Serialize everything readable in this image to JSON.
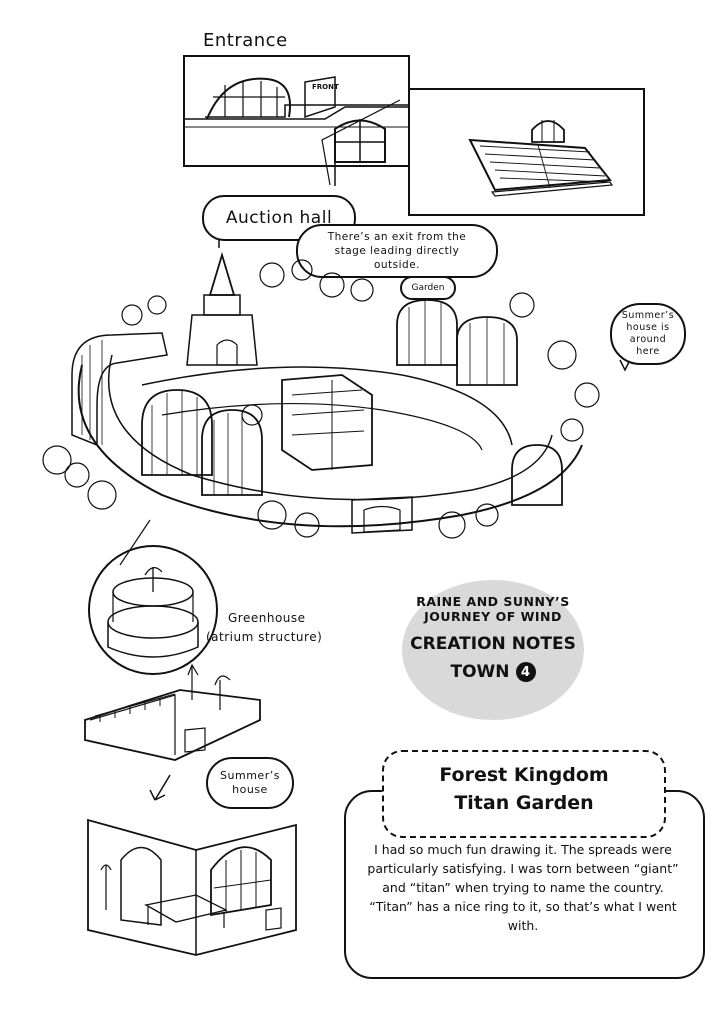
{
  "labels": {
    "entrance": "Entrance",
    "auction_hall": "Auction hall",
    "exit_note": "There’s an exit from the stage leading directly outside.",
    "garden": "Garden",
    "summers_house_note": "Summer’s house is around here",
    "greenhouse": "Greenhouse",
    "greenhouse_sub": "(atrium structure)",
    "summers_house": "Summer’s house",
    "front_sign": "FRONT"
  },
  "series_title": {
    "line1": "RAINE AND SUNNY’S",
    "line2": "JOURNEY OF WIND",
    "line3": "CREATION NOTES",
    "line4": "TOWN",
    "number": "4"
  },
  "notes": {
    "title_line1": "Forest Kingdom",
    "title_line2": "Titan Garden",
    "body": "I had so much fun drawing it. The spreads were particularly satisfying. I was torn between “giant” and “titan” when trying to name the country. “Titan” has a nice ring to it, so that’s what I went with."
  },
  "colors": {
    "ink": "#111111",
    "badge_gray": "#d9d9d9",
    "paper": "#ffffff"
  }
}
